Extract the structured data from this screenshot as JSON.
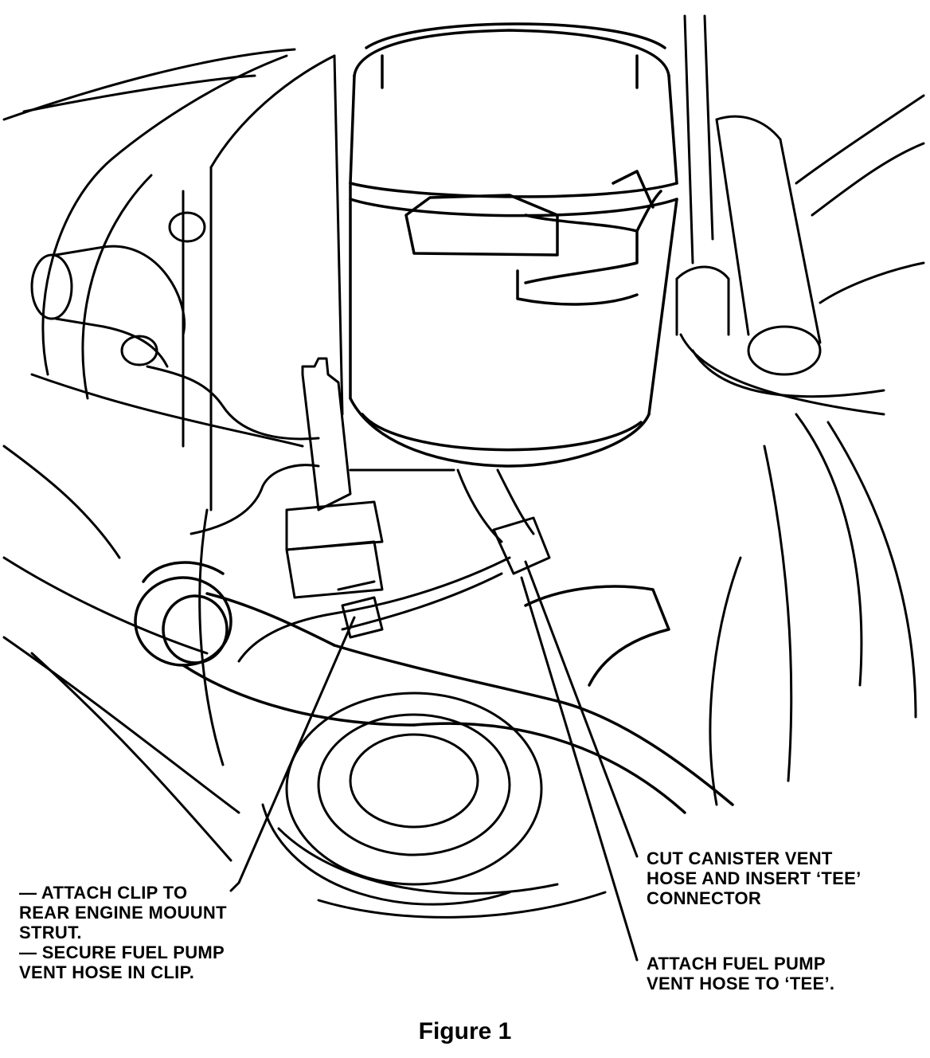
{
  "diagram": {
    "callouts": {
      "clip": {
        "lines": [
          "— ATTACH CLIP TO",
          "REAR ENGINE MOUUNT",
          "STRUT.",
          "— SECURE FUEL PUMP",
          "VENT HOSE IN CLIP."
        ]
      },
      "tee_cut": {
        "lines": [
          "CUT CANISTER VENT",
          "HOSE AND INSERT ‘TEE’",
          "CONNECTOR"
        ]
      },
      "tee_attach": {
        "lines": [
          "ATTACH FUEL PUMP",
          "VENT HOSE TO ‘TEE’."
        ]
      }
    },
    "caption": "Figure 1",
    "colors": {
      "ink": "#000000",
      "paper": "#ffffff"
    }
  }
}
